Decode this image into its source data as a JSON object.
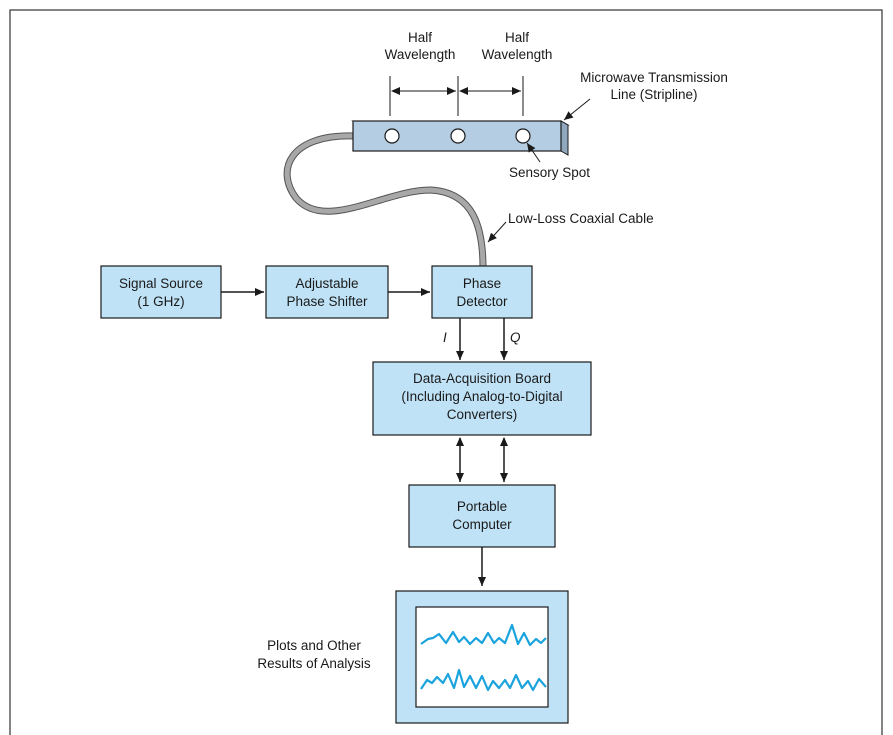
{
  "labels": {
    "half_wavelength_1": [
      "Half",
      "Wavelength"
    ],
    "half_wavelength_2": [
      "Half",
      "Wavelength"
    ],
    "transmission_line": [
      "Microwave Transmission",
      "Line (Stripline)"
    ],
    "sensory_spot": "Sensory Spot",
    "coaxial_cable": "Low-Loss Coaxial Cable",
    "i_signal": "I",
    "q_signal": "Q",
    "plots": [
      "Plots and Other",
      "Results of Analysis"
    ]
  },
  "blocks": {
    "signal_source": [
      "Signal Source",
      "(1 GHz)"
    ],
    "phase_shifter": [
      "Adjustable",
      "Phase Shifter"
    ],
    "phase_detector": [
      "Phase",
      "Detector"
    ],
    "daq_board": [
      "Data-Acquisition Board",
      "(Including Analog-to-Digital",
      "Converters)"
    ],
    "computer": [
      "Portable",
      "Computer"
    ]
  },
  "colors": {
    "block_fill": "#bfe2f6",
    "stripline_fill": "#b4cde2",
    "cable": "#a8a8a8",
    "plot_line": "#1aa3dd",
    "stroke": "#1a1a1a"
  }
}
